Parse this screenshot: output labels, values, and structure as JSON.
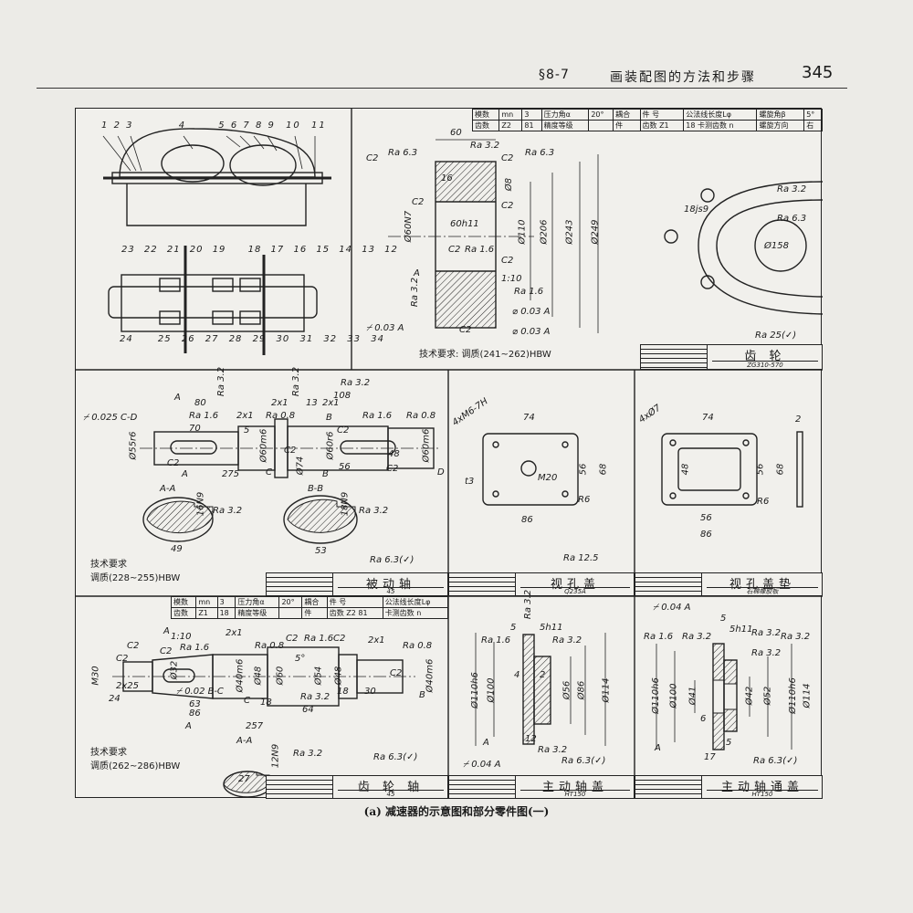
{
  "header": {
    "section": "§8-7",
    "title": "画装配图的方法和步骤",
    "page_number": "345"
  },
  "caption": "(a) 减速器的示意图和部分零件图(一)",
  "panels": {
    "schematic": {
      "part_numbers_top": [
        "1",
        "2",
        "3",
        "4",
        "5",
        "6",
        "7",
        "8",
        "9",
        "10",
        "11"
      ],
      "part_numbers_bottom_row1": [
        "23",
        "22",
        "21",
        "20",
        "19",
        "18",
        "17",
        "16",
        "15",
        "14",
        "13",
        "12"
      ],
      "part_numbers_bottom_row2": [
        "24",
        "25",
        "26",
        "27",
        "28",
        "29",
        "30",
        "31",
        "32",
        "33",
        "34"
      ]
    },
    "gear": {
      "table_row1": [
        "模数",
        "mn",
        "3",
        "压力角",
        "α",
        "20°",
        "耦合",
        "件 号",
        "",
        "公法线长度",
        "Lφ",
        "",
        "螺旋角",
        "β",
        "5°"
      ],
      "table_row2": [
        "齿数",
        "Z2",
        "81",
        "精度等级",
        "",
        "",
        "件",
        "齿数",
        "Z1",
        "18",
        "卡测齿数",
        "n",
        "",
        "螺旋方向",
        "右"
      ],
      "dims": [
        "60",
        "Ra 3.2",
        "C2",
        "Ra 6.3",
        "C2",
        "Ra 6.3",
        "16",
        "C2",
        "C2",
        "60h11",
        "Ø60N7",
        "Ø110",
        "Ø206",
        "Ø243",
        "Ø249",
        "C2",
        "Ra 1.6",
        "C2",
        "1:10",
        "Ra 1.6",
        "Ra 3.2",
        "0.03",
        "A",
        "0.03",
        "A",
        "0.03",
        "A",
        "C2",
        "A",
        "Ø8",
        "18js9",
        "Ø158",
        "Ra 3.2",
        "Ra 6.3",
        "Ra 25"
      ],
      "tech_req": "技术要求: 调质(241~262)HBW",
      "title": "齿 轮",
      "material": "ZG310-570"
    },
    "driven_shaft": {
      "dims": [
        "Ra 3.2",
        "Ra 3.2",
        "Ra 3.2",
        "108",
        "A",
        "80",
        "2x1",
        "13",
        "2x1",
        "0.025",
        "C-D",
        "Ra 1.6",
        "2x1",
        "Ra 0.8",
        "B",
        "Ra 1.6",
        "Ra 0.8",
        "70",
        "5",
        "C2",
        "Ø55r6",
        "Ø60m6",
        "C2",
        "Ø60r6",
        "48",
        "Ø60m6",
        "C2",
        "Ø74",
        "56",
        "C2",
        "A",
        "275",
        "C",
        "B",
        "D"
      ],
      "section_aa": "A-A",
      "section_bb": "B-B",
      "section_aa_dims": [
        "16N9",
        "Ra 3.2",
        "49"
      ],
      "section_bb_dims": [
        "18N9",
        "Ra 3.2",
        "53"
      ],
      "tech_title": "技术要求",
      "tech_req": "调质(228~255)HBW",
      "roughness": "Ra 6.3",
      "title": "被动轴",
      "material": "45"
    },
    "sight_cover": {
      "dims": [
        "74",
        "4xM6-7H",
        "56",
        "68",
        "t3",
        "M20",
        "R6",
        "86"
      ],
      "roughness": "Ra 12.5",
      "title": "视孔盖",
      "material": "Q235A"
    },
    "sight_gasket": {
      "dims": [
        "74",
        "4xØ7",
        "48",
        "56",
        "68",
        "2",
        "R6",
        "56",
        "86"
      ],
      "title": "视孔盖垫",
      "material": "石棉橡胶板"
    },
    "gear_shaft": {
      "table_row1": [
        "模数",
        "mn",
        "3",
        "压力角",
        "α",
        "20°",
        "耦合",
        "件 号",
        "",
        "公法线长度",
        "Lφ"
      ],
      "table_row2": [
        "齿数",
        "Z1",
        "18",
        "精度等级",
        "",
        "件",
        "齿数",
        "Z2",
        "81",
        "卡测齿数",
        "n"
      ],
      "dims": [
        "A",
        "2x1",
        "C2",
        "Ra 0.8",
        "C2",
        "Ra 1.6",
        "C2",
        "2x1",
        "Ra 0.8",
        "C2",
        "1:10",
        "Ra 1.6",
        "C2",
        "Ø40m6",
        "Ø48",
        "Ø60",
        "5°",
        "Ø54",
        "Ø48",
        "C2",
        "Ø40m6",
        "M30",
        "Ø32",
        "2x25",
        "24",
        "0.02",
        "B-C",
        "C",
        "18",
        "Ra 3.2",
        "18",
        "30",
        "B",
        "63",
        "64",
        "86",
        "A",
        "257",
        "A-A",
        "12N9",
        "Ra 3.2",
        "27"
      ],
      "tech_title": "技术要求",
      "tech_req": "调质(262~286)HBW",
      "roughness": "Ra 6.3",
      "title": "齿 轮 轴",
      "material": "45"
    },
    "main_cover": {
      "dims": [
        "Ra 3.2",
        "5",
        "5h11",
        "Ra 1.6",
        "Ra 3.2",
        "4",
        "2",
        "Ø110h6",
        "Ø100",
        "Ø56",
        "Ø86",
        "Ø114",
        "A",
        "12",
        "Ra 3.2",
        "0.04",
        "A",
        "Ra 6.3"
      ],
      "title": "主动轴盖",
      "material": "HT150"
    },
    "main_through_cover": {
      "dims": [
        "0.04",
        "A",
        "5",
        "5h11",
        "Ra 1.6",
        "Ra 3.2",
        "Ra 3.2",
        "Ra 3.2",
        "Ra 3.2",
        "Ø110h6",
        "Ø100",
        "Ø41",
        "Ø42",
        "Ø52",
        "Ø110h6",
        "Ø114",
        "6",
        "A",
        "5",
        "17",
        "Ra 6.3"
      ],
      "title": "主动轴通盖",
      "material": "HT150"
    }
  }
}
